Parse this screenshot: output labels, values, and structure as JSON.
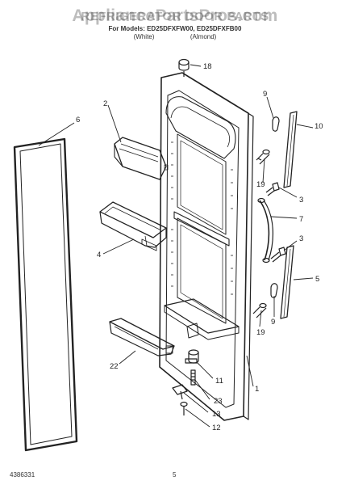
{
  "header": {
    "watermark": "AppliancePartsPros.com",
    "title": "REFRIGERATOR DOOR PARTS",
    "models": "For Models: ED25DFXFW00, ED25DFXFB00",
    "colors_left": "(White)",
    "colors_right": "(Almond)"
  },
  "callouts": [
    "18",
    "2",
    "6",
    "9",
    "10",
    "19",
    "3",
    "7",
    "3",
    "4",
    "5",
    "9",
    "19",
    "22",
    "11",
    "1",
    "23",
    "13",
    "12"
  ],
  "footer": {
    "doc_number": "4386331",
    "page": "5"
  }
}
